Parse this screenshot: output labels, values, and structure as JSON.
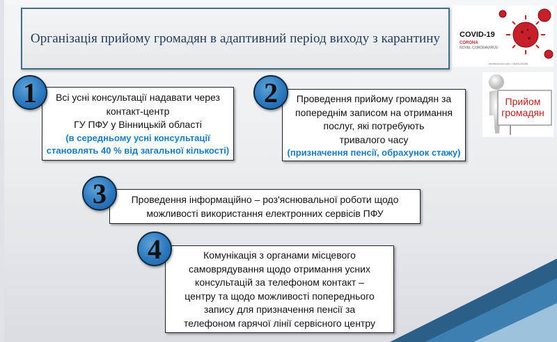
{
  "title": "Організація прийому громадян в адаптивний період виходу з карантину",
  "covid_image": {
    "label": "COVID-19",
    "sub1": "CORONA",
    "sub2": "NOVEL CORONAVIRUS",
    "credit": "shutterstock.com • 1640125288",
    "virus_color": "#c8202a"
  },
  "figure_sign": {
    "line1": "Прийом",
    "line2": "громадян"
  },
  "items": [
    {
      "number": "1",
      "lines": [
        "Всі усні консультації надавати через",
        "контакт-центр",
        "ГУ ПФУ у Вінницькій області"
      ],
      "highlight": [
        "(в середньому усні консультації",
        "становлять 40 % від загальної кількості)"
      ]
    },
    {
      "number": "2",
      "lines": [
        "Проведення прийому громадян за",
        "попереднім записом  на отримання",
        "послуг, які потребують",
        "тривалого часу"
      ],
      "highlight": [
        "(призначення пенсії, обрахунок стажу)"
      ]
    },
    {
      "number": "3",
      "lines": [
        "Проведення інформаційно – роз'яснювальної роботи щодо",
        "можливості використання електронних сервісів ПФУ"
      ]
    },
    {
      "number": "4",
      "lines": [
        "Комунікація з органами місцевого",
        "самоврядування щодо отримання усних",
        "консультацій за телефоном контакт –",
        "центру та щодо можливості попереднього",
        "запису для призначення пенсії за",
        "телефоном гарячої лінії сервісного центру"
      ]
    }
  ],
  "colors": {
    "accent_blue": "#1a7bbf",
    "badge_blue": "#2d78bf",
    "title_border": "#3f6f86",
    "sign_red": "#b72121"
  }
}
